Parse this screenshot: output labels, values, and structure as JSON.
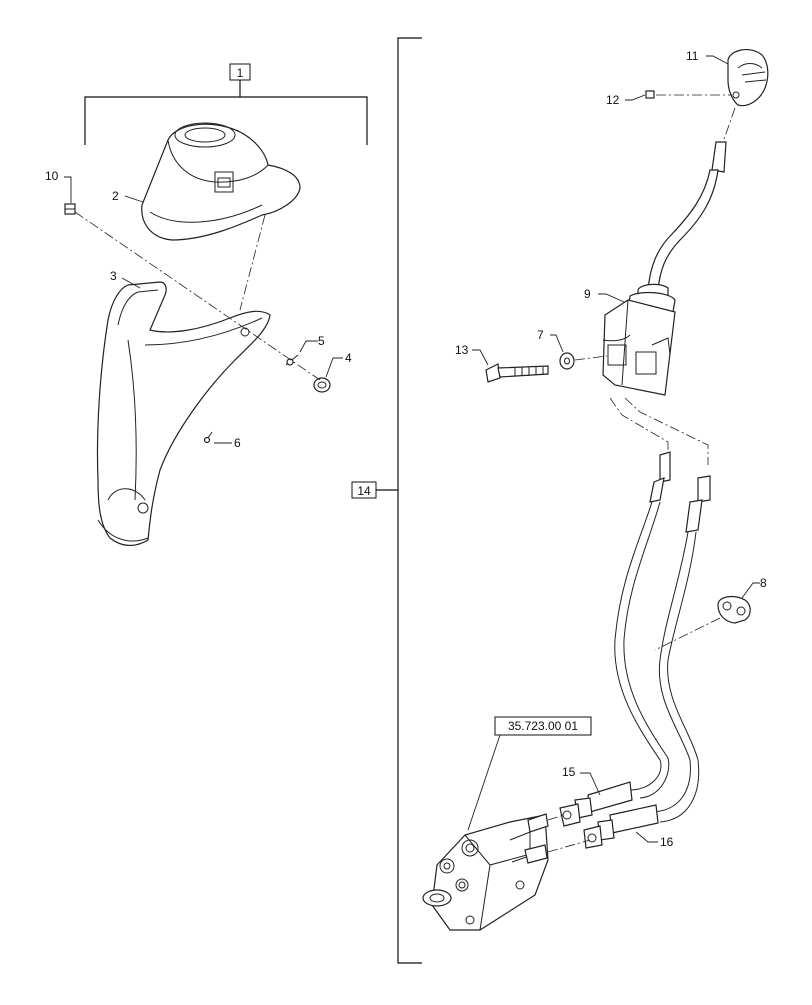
{
  "callouts": {
    "c1": "1",
    "c2": "2",
    "c3": "3",
    "c4": "4",
    "c5": "5",
    "c6": "6",
    "c7": "7",
    "c8": "8",
    "c9": "9",
    "c10": "10",
    "c11": "11",
    "c12": "12",
    "c13": "13",
    "c14": "14",
    "c15": "15",
    "c16": "16"
  },
  "reference": "35.723.00 01"
}
